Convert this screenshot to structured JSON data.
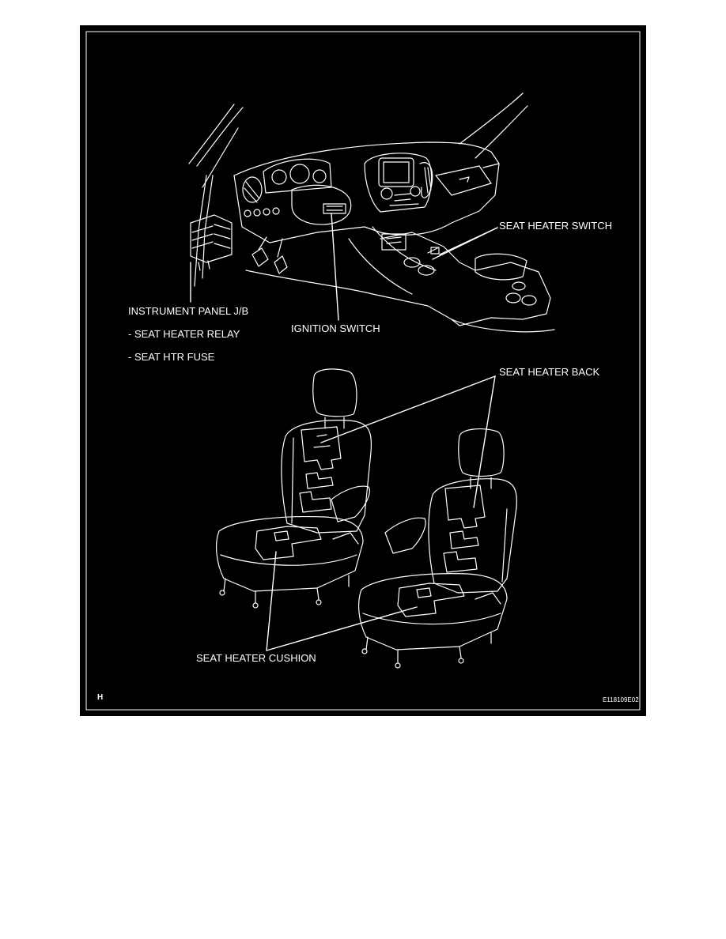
{
  "diagram": {
    "labels": {
      "seat_heater_switch": "SEAT HEATER SWITCH",
      "instrument_panel_jb": "INSTRUMENT PANEL J/B",
      "seat_heater_relay": "- SEAT HEATER RELAY",
      "seat_htr_fuse": "- SEAT HTR FUSE",
      "ignition_switch": "IGNITION SWITCH",
      "seat_heater_back": "SEAT HEATER BACK",
      "seat_heater_cushion": "SEAT HEATER CUSHION"
    },
    "corner_mark": "H",
    "figure_code": "E118109E02"
  },
  "colors": {
    "background": "#000000",
    "line": "#ffffff",
    "page": "#ffffff"
  }
}
